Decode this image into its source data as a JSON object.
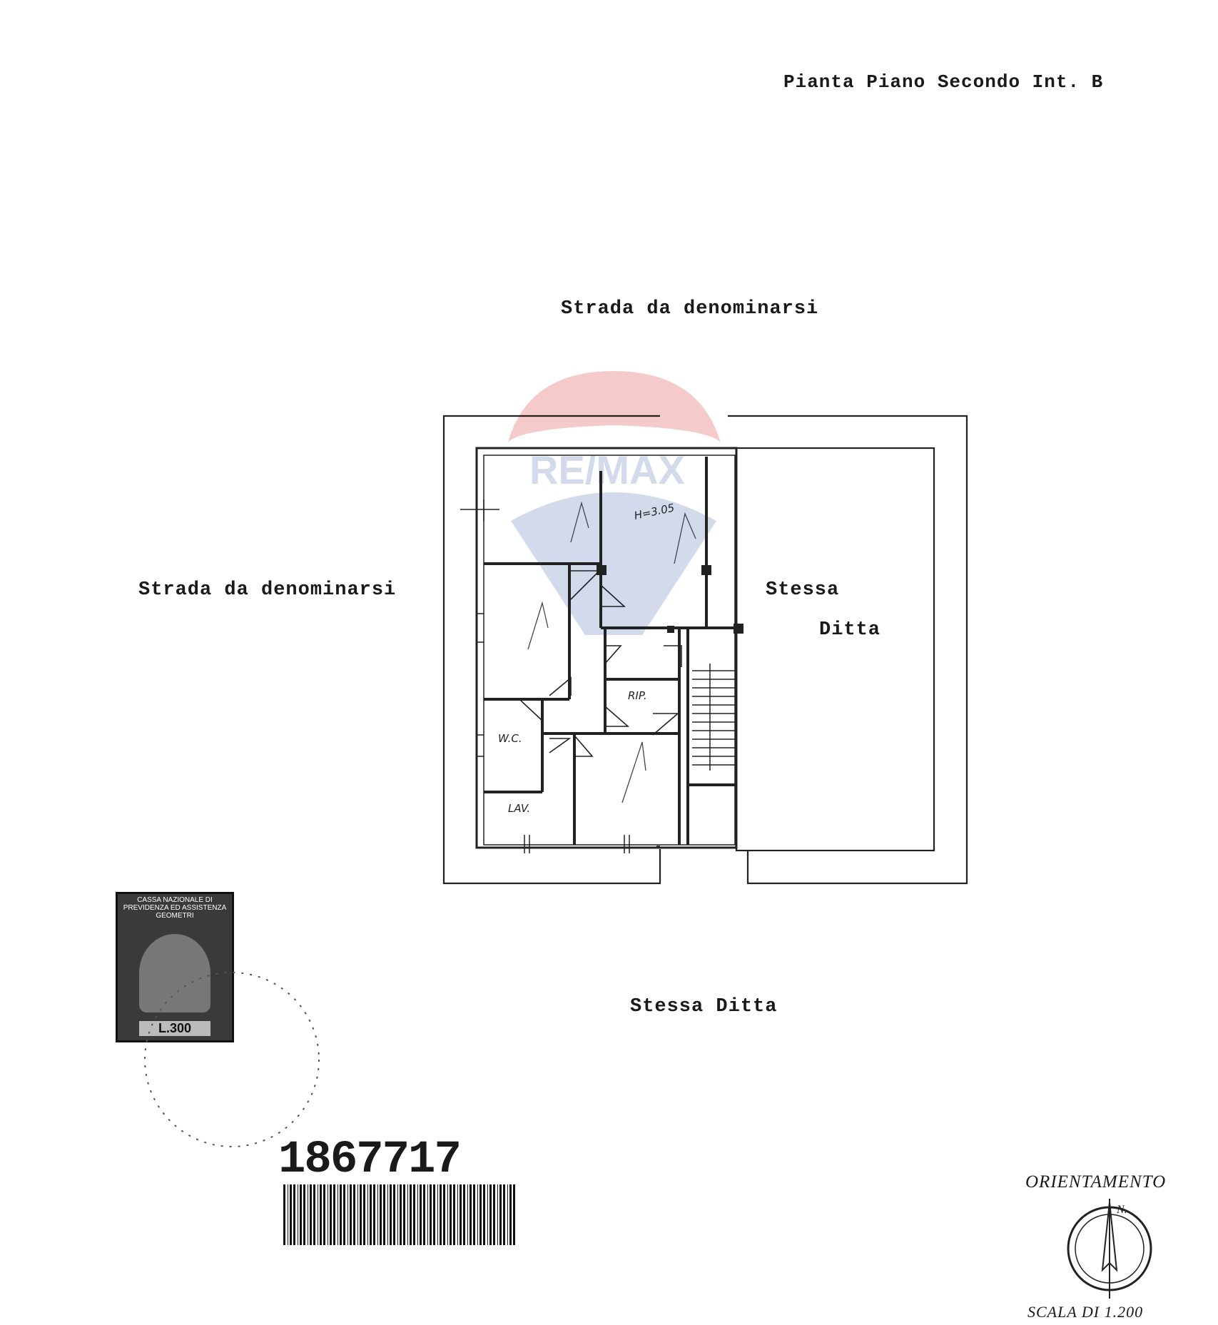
{
  "header": {
    "title": "Pianta Piano Secondo Int. B"
  },
  "labels": {
    "top_road": "Strada da denominarsi",
    "left_road": "Strada da denominarsi",
    "right_neighbor_line1": "Stessa",
    "right_neighbor_line2": "Ditta",
    "bottom_neighbor": "Stessa Ditta"
  },
  "plan": {
    "height_note": "H=3.05",
    "room_labels": {
      "storage": "RIP.",
      "wc": "W.C.",
      "laundry": "LAV."
    }
  },
  "stamp": {
    "text": "CASSA NAZIONALE DI PREVIDENZA ED ASSISTENZA GEOMETRI",
    "value": "L.300"
  },
  "document_number": "1867717",
  "watermark": "RE/MAX",
  "orientation": {
    "label": "ORIENTAMENTO",
    "north_mark": "N.",
    "scale": "SCALA DI 1.200"
  }
}
